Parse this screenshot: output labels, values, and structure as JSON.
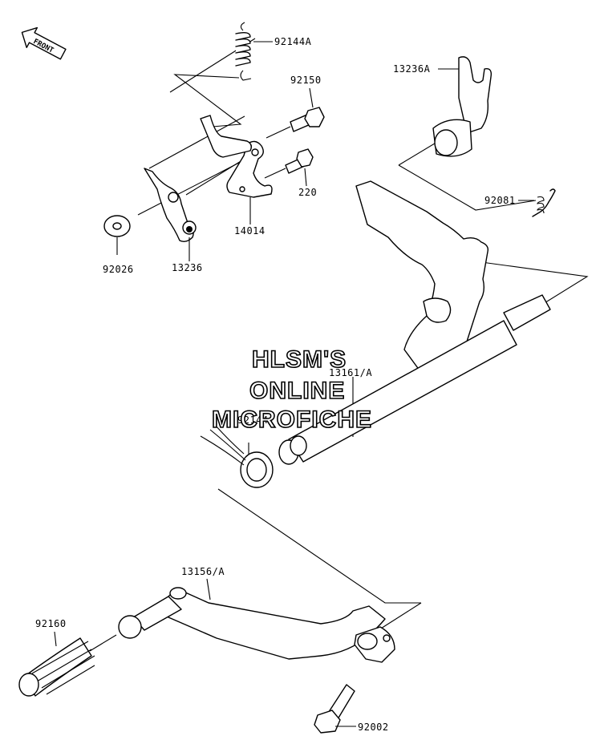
{
  "direction_badge": {
    "text": "FRONT"
  },
  "watermark": {
    "line1": "HLSM'S",
    "line2": "ONLINE",
    "line3": "MICROFICHE"
  },
  "parts": [
    {
      "id": "92144A"
    },
    {
      "id": "92150"
    },
    {
      "id": "220"
    },
    {
      "id": "14014"
    },
    {
      "id": "92026"
    },
    {
      "id": "13236"
    },
    {
      "id": "13236A"
    },
    {
      "id": "92081"
    },
    {
      "id": "13161/A"
    },
    {
      "id": "92144"
    },
    {
      "id": "13156/A"
    },
    {
      "id": "92160"
    },
    {
      "id": "92002"
    }
  ]
}
